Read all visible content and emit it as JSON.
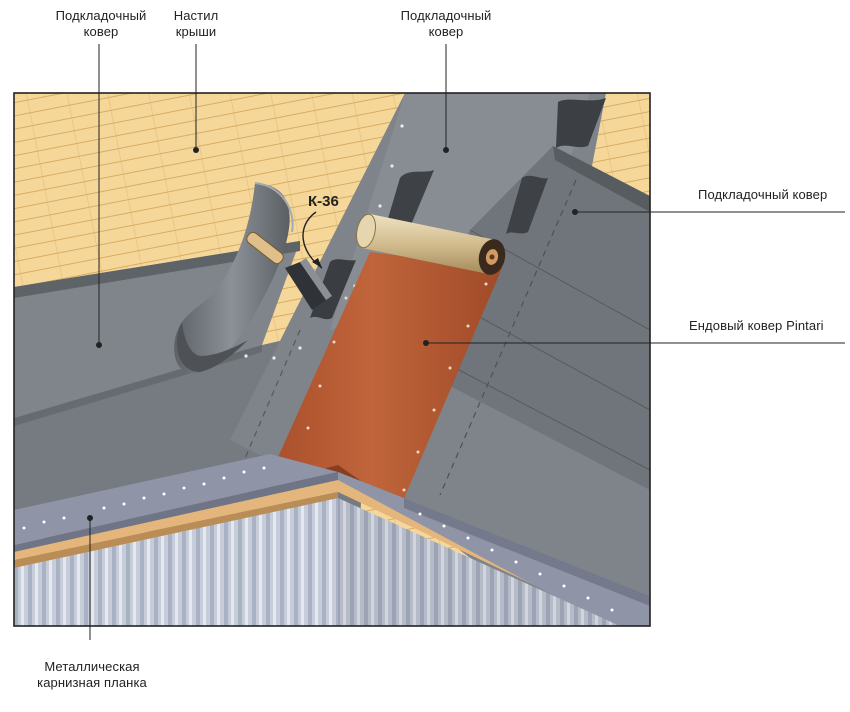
{
  "labels": {
    "underlay_left": [
      "Подкладочный",
      "ковер"
    ],
    "roof_deck": [
      "Настил",
      "крыши"
    ],
    "underlay_top": [
      "Подкладочный",
      "ковер"
    ],
    "underlay_right": "Подкладочный ковер",
    "valley_membrane": "Ендовый ковер Pintari",
    "eave_strip": [
      "Металлическая",
      "карнизная планка"
    ],
    "sealant_mark": "К-36"
  },
  "colors": {
    "deck": "#f6d79a",
    "deck_lines": "#d6ad63",
    "underlay": "#7c8187",
    "underlay_dark": "#5c6166",
    "valley": "#b65a34",
    "roll_paper": "#d8c49a",
    "eave": "#8d93a5",
    "fascia": "#e2b47a",
    "wall": "#c4cad6"
  }
}
